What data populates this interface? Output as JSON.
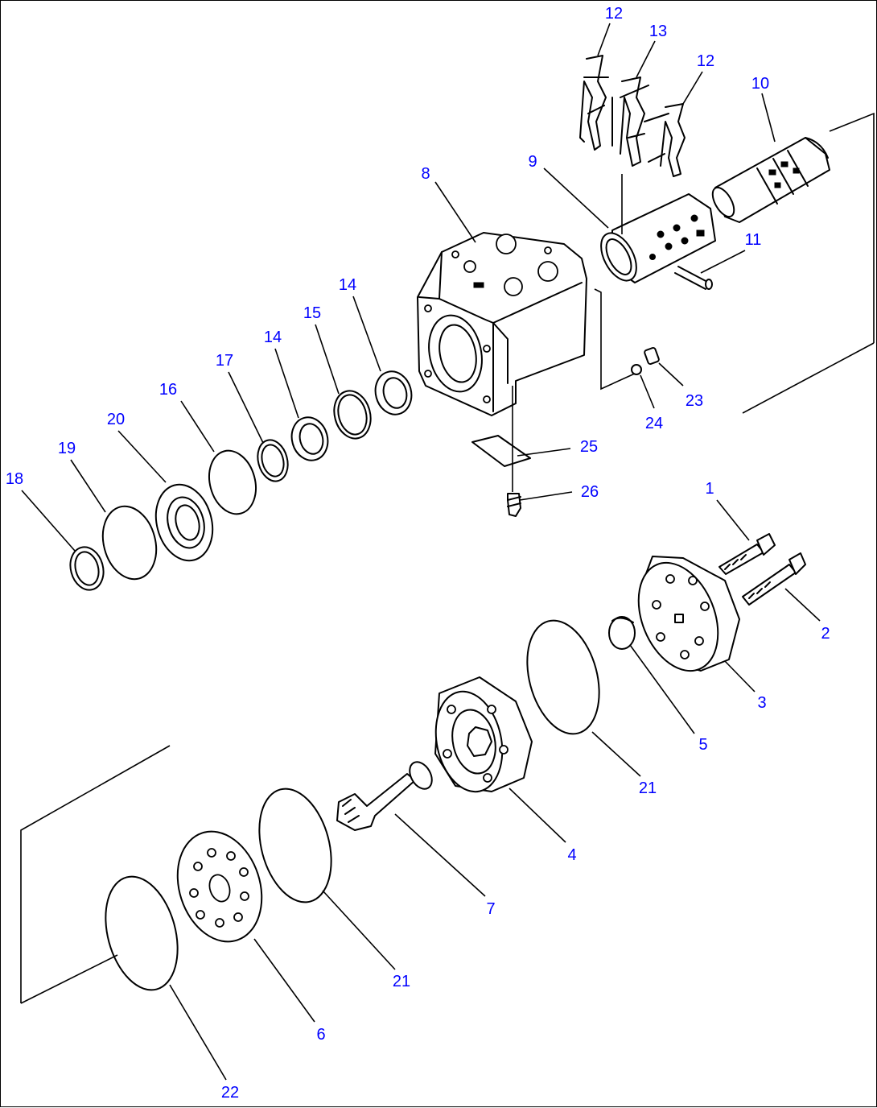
{
  "diagram": {
    "accent_color": "#0000ff",
    "line_color": "#000000",
    "callouts": [
      "1",
      "2",
      "3",
      "4",
      "5",
      "6",
      "7",
      "8",
      "9",
      "10",
      "11",
      "12",
      "12",
      "13",
      "14",
      "14",
      "15",
      "16",
      "17",
      "18",
      "19",
      "20",
      "21",
      "21",
      "22",
      "23",
      "24",
      "25",
      "26"
    ]
  }
}
